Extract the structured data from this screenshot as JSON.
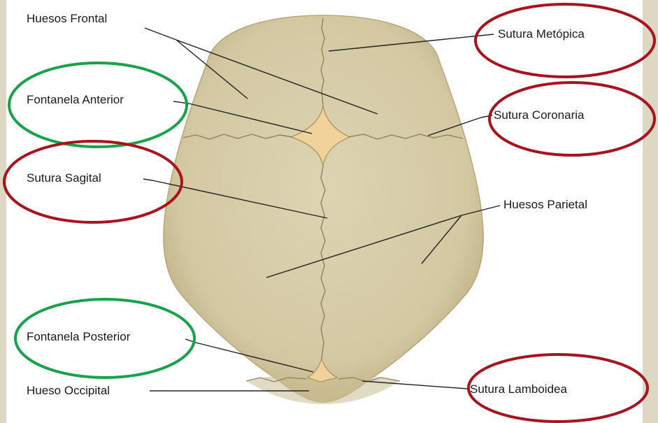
{
  "diagram": {
    "labels": {
      "huesos_frontal": "Huesos Frontal",
      "fontanela_anterior": "Fontanela Anterior",
      "sutura_sagital": "Sutura Sagital",
      "fontanela_posterior": "Fontanela Posterior",
      "hueso_occipital": "Hueso Occipital",
      "sutura_metopica": "Sutura Metópica",
      "sutura_coronaria": "Sutura Coronaria",
      "huesos_parietal": "Huesos Parietal",
      "sutura_lamboidea": "Sutura Lamboidea"
    },
    "highlight_colors": {
      "green": "#1aa24a",
      "red": "#a8141c"
    },
    "bone_color": "#d8ceaa",
    "fontanel_color": "#f0d29a"
  }
}
